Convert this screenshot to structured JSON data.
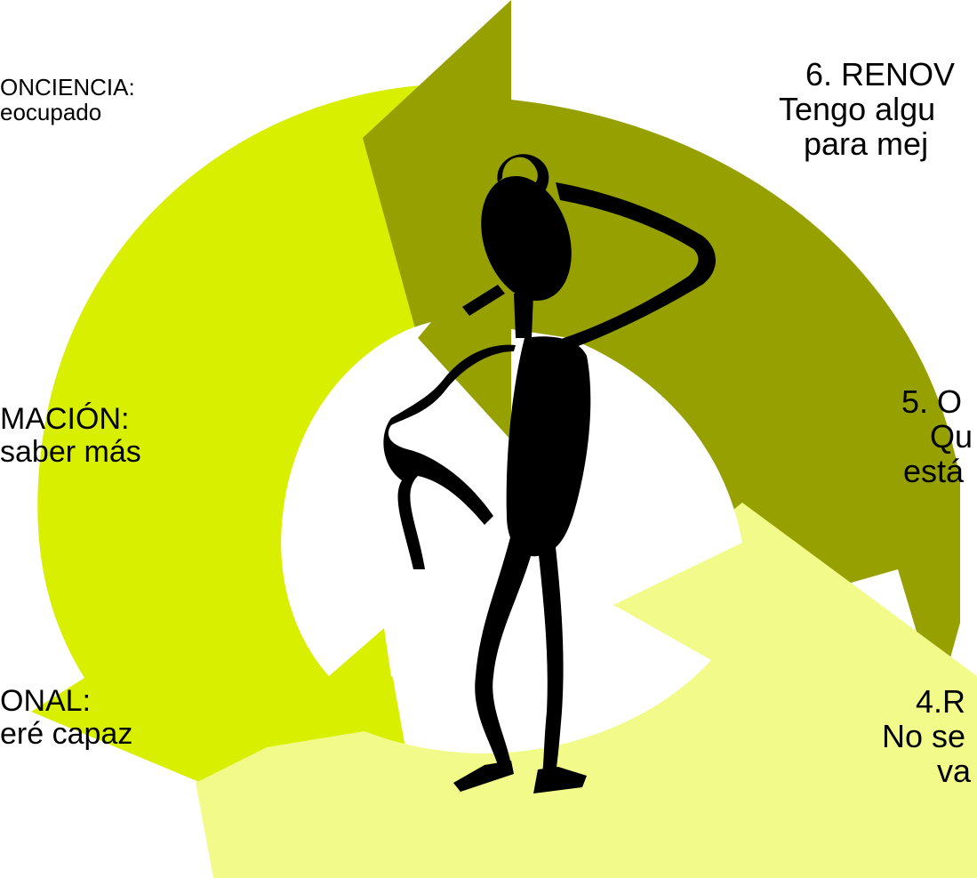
{
  "diagram": {
    "colors": {
      "lime": "#d9ef00",
      "olive": "#96a100",
      "pale": "#f2fb8a",
      "figure": "#000000",
      "background": "#ffffff"
    },
    "icons": [
      "thinking-man-figure-icon"
    ],
    "stages": {
      "s1": {
        "title": "ONCIENCIA:",
        "body": "eocupado"
      },
      "s2": {
        "title": "MACIÓN:",
        "body": "saber más"
      },
      "s3": {
        "title": "ONAL:",
        "body": "eré capaz"
      },
      "s4": {
        "title": "4.R",
        "body": "No se",
        "body2": "va"
      },
      "s5": {
        "title": "5. O",
        "body": "Qu",
        "body2": "está"
      },
      "s6": {
        "title": "6. RENOV",
        "body": "Tengo algu",
        "body2": "para mej"
      }
    }
  }
}
